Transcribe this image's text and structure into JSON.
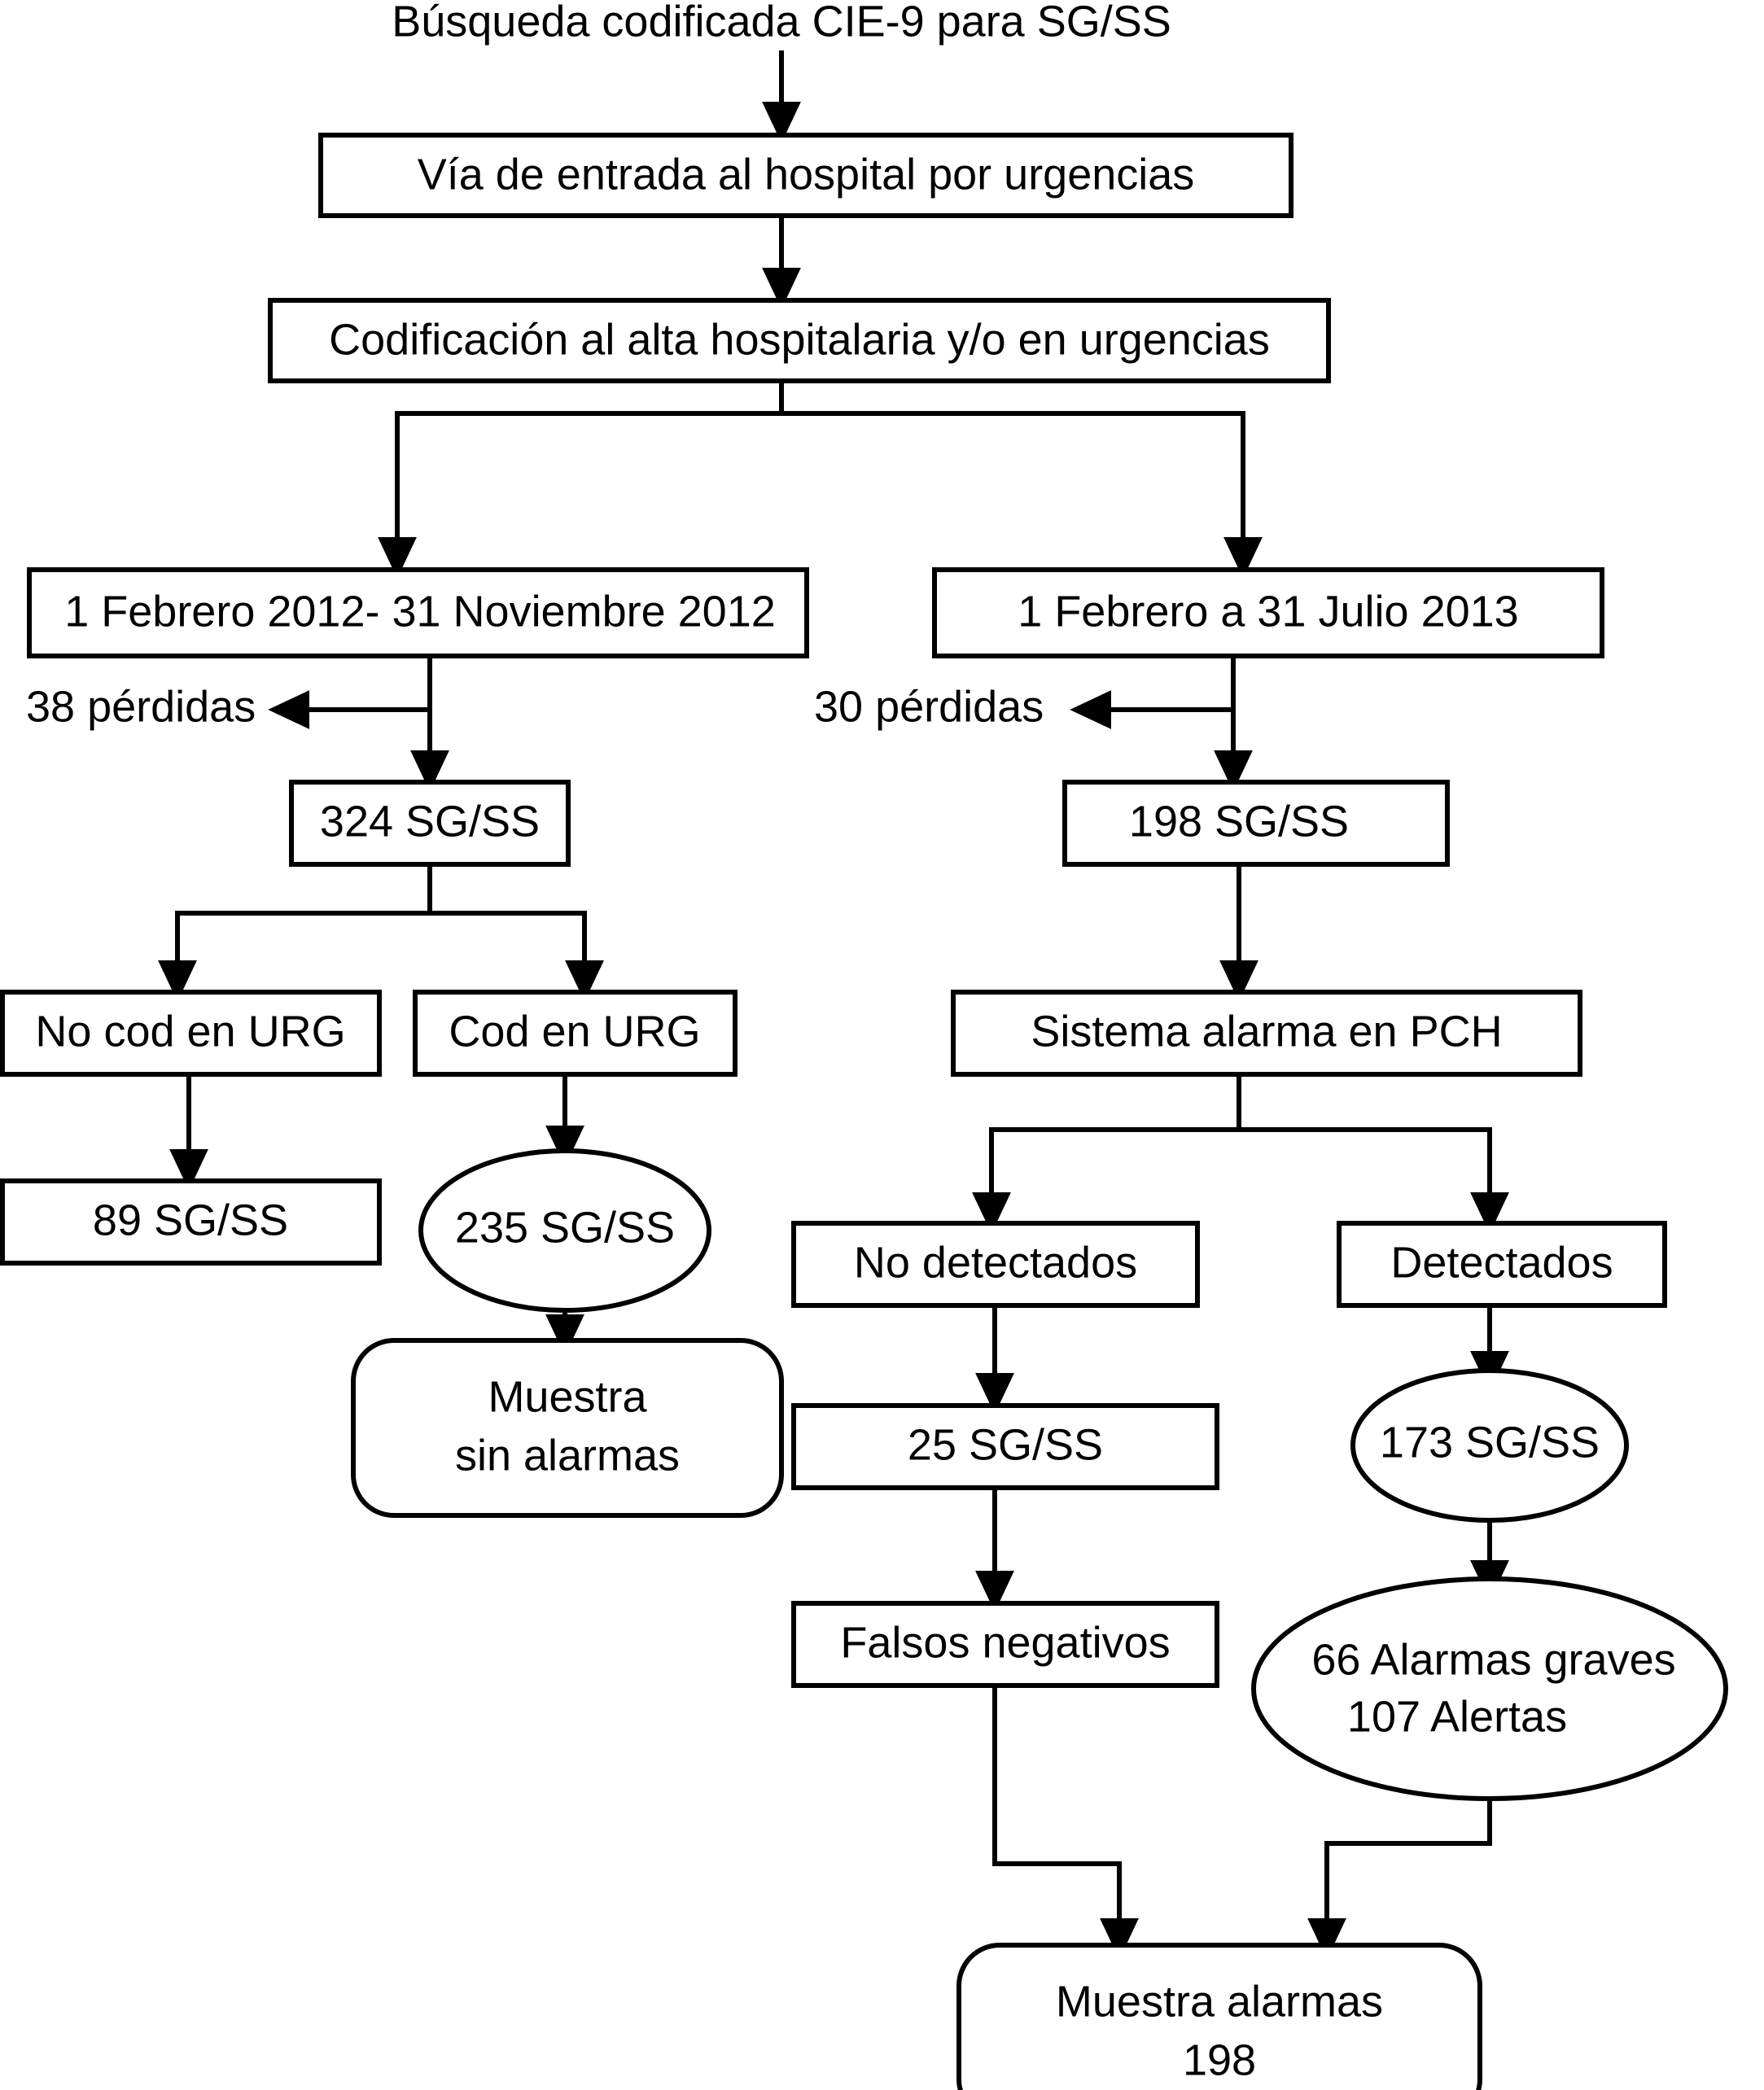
{
  "diagram": {
    "title": "Búsqueda codificada CIE-9 para SG/SS",
    "type": "flowchart",
    "language": "es",
    "colors": {
      "stroke": "#000000",
      "fill": "#ffffff",
      "text": "#000000"
    },
    "nodes": [
      {
        "id": "root",
        "shape": "text",
        "label": "Búsqueda codificada CIE-9 para SG/SS"
      },
      {
        "id": "via_entrada",
        "shape": "rect",
        "label": "Vía de entrada al hospital por urgencias"
      },
      {
        "id": "codificacion",
        "shape": "rect",
        "label": "Codificación al alta hospitalaria y/o en urgencias"
      },
      {
        "id": "periodo_2012",
        "shape": "rect",
        "label": "1 Febrero 2012- 31 Noviembre 2012"
      },
      {
        "id": "periodo_2013",
        "shape": "rect",
        "label": "1 Febrero a 31 Julio  2013"
      },
      {
        "id": "perdidas_38",
        "shape": "text",
        "label": "38 pérdidas"
      },
      {
        "id": "perdidas_30",
        "shape": "text",
        "label": "30 pérdidas"
      },
      {
        "id": "sgss_324",
        "shape": "rect",
        "label": "324 SG/SS"
      },
      {
        "id": "sgss_198",
        "shape": "rect",
        "label": "198 SG/SS"
      },
      {
        "id": "no_cod_urg",
        "shape": "rect",
        "label": "No cod en URG"
      },
      {
        "id": "cod_urg",
        "shape": "rect",
        "label": "Cod en URG"
      },
      {
        "id": "sistema_alarma",
        "shape": "rect",
        "label": "Sistema alarma en PCH"
      },
      {
        "id": "sgss_89",
        "shape": "rect",
        "label": "89 SG/SS"
      },
      {
        "id": "sgss_235",
        "shape": "ellipse",
        "label": "235 SG/SS"
      },
      {
        "id": "no_detectados",
        "shape": "rect",
        "label": "No detectados"
      },
      {
        "id": "detectados",
        "shape": "rect",
        "label": "Detectados"
      },
      {
        "id": "muestra_sin",
        "shape": "rounded",
        "label_line1": "Muestra",
        "label_line2": "sin alarmas"
      },
      {
        "id": "sgss_25",
        "shape": "rect",
        "label": "25 SG/SS"
      },
      {
        "id": "sgss_173",
        "shape": "ellipse",
        "label": "173 SG/SS"
      },
      {
        "id": "falsos_neg",
        "shape": "rect",
        "label": "Falsos negativos"
      },
      {
        "id": "alarmas_alertas",
        "shape": "ellipse",
        "label_line1": "66 Alarmas graves",
        "label_line2": "107 Alertas"
      },
      {
        "id": "muestra_alarmas",
        "shape": "rounded",
        "label_line1": "Muestra alarmas",
        "label_line2": "198"
      }
    ],
    "edges": [
      {
        "from": "root",
        "to": "via_entrada"
      },
      {
        "from": "via_entrada",
        "to": "codificacion"
      },
      {
        "from": "codificacion",
        "to": "periodo_2012"
      },
      {
        "from": "codificacion",
        "to": "periodo_2013"
      },
      {
        "from": "periodo_2012",
        "to": "perdidas_38"
      },
      {
        "from": "periodo_2012",
        "to": "sgss_324"
      },
      {
        "from": "periodo_2013",
        "to": "perdidas_30"
      },
      {
        "from": "periodo_2013",
        "to": "sgss_198"
      },
      {
        "from": "sgss_324",
        "to": "no_cod_urg"
      },
      {
        "from": "sgss_324",
        "to": "cod_urg"
      },
      {
        "from": "sgss_198",
        "to": "sistema_alarma"
      },
      {
        "from": "no_cod_urg",
        "to": "sgss_89"
      },
      {
        "from": "cod_urg",
        "to": "sgss_235"
      },
      {
        "from": "sgss_235",
        "to": "muestra_sin"
      },
      {
        "from": "sistema_alarma",
        "to": "no_detectados"
      },
      {
        "from": "sistema_alarma",
        "to": "detectados"
      },
      {
        "from": "no_detectados",
        "to": "sgss_25"
      },
      {
        "from": "detectados",
        "to": "sgss_173"
      },
      {
        "from": "sgss_25",
        "to": "falsos_neg"
      },
      {
        "from": "sgss_173",
        "to": "alarmas_alertas"
      },
      {
        "from": "falsos_neg",
        "to": "muestra_alarmas"
      },
      {
        "from": "alarmas_alertas",
        "to": "muestra_alarmas"
      }
    ]
  }
}
